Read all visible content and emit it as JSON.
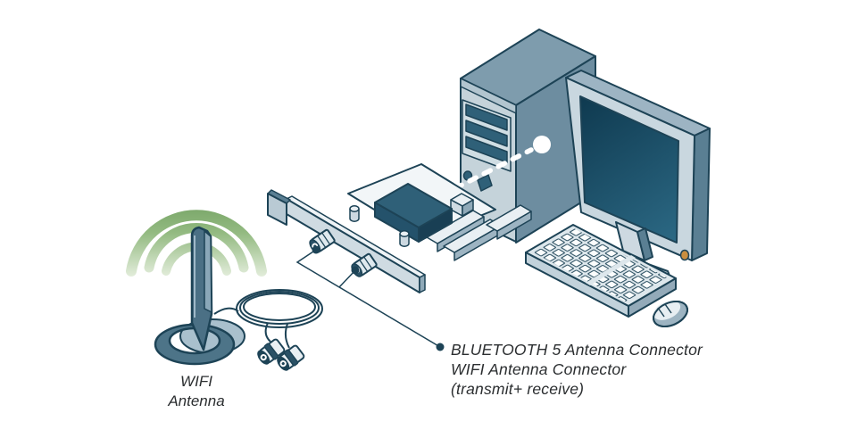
{
  "figure": {
    "type": "hardware-installation-diagram",
    "subject": "WIFI / Bluetooth 5 PCIe adapter card with external antenna connected to a desktop computer"
  },
  "labels": {
    "antenna": {
      "line1": "WIFI",
      "line2": "Antenna"
    },
    "connectors": {
      "line1": "BLUETOOTH 5 Antenna Connector",
      "line2": "WIFI Antenna Connector",
      "line3": "(transmit+ receive)"
    }
  },
  "colors": {
    "background": "#ffffff",
    "outline": "#1d4356",
    "panel_light": "#cdd9e1",
    "panel_lighter": "#e9eff3",
    "pcb_white": "#f2f6f8",
    "mid_blue": "#9db4c2",
    "side_slate": "#5a7f93",
    "tower_side": "#6d8da0",
    "tower_top": "#7e9cad",
    "dark_teal": "#2f6078",
    "screen_dark": "#0f3a50",
    "screen_light": "#2f6e8a",
    "signal_green": "#6e9c5d",
    "led_orange": "#c98e3f",
    "text": "#2b2e30"
  },
  "parts": [
    "wireless-signal-waves",
    "wifi-antenna",
    "antenna-cable",
    "cable-connectors",
    "pci-adapter-card",
    "bracket-antenna-connectors",
    "computer-tower",
    "monitor",
    "keyboard",
    "mouse",
    "connection-dashed-line",
    "leader-lines"
  ]
}
